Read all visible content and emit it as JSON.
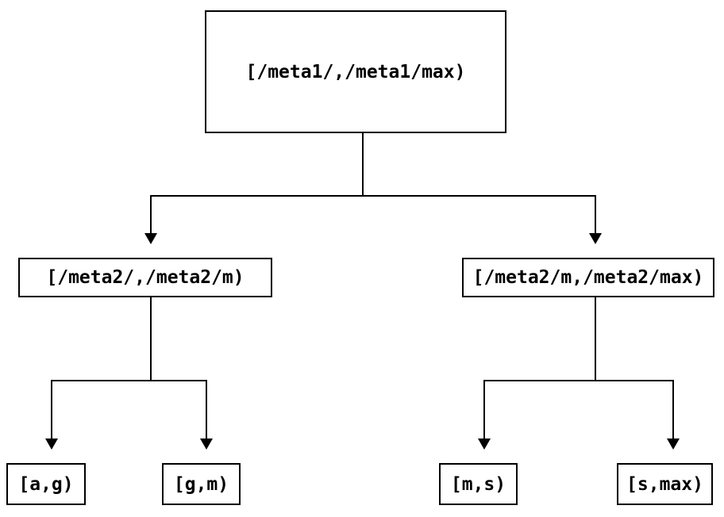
{
  "diagram": {
    "type": "tree",
    "colors": {
      "background": "#ffffff",
      "line": "#000000",
      "box_border": "#000000",
      "box_fill": "#ffffff",
      "text": "#000000"
    },
    "nodes": {
      "root": {
        "label": "[/meta1/,/meta1/max)"
      },
      "left": {
        "label": "[/meta2/,/meta2/m)"
      },
      "right": {
        "label": "[/meta2/m,/meta2/max)"
      },
      "left_left": {
        "label": "[a,g)"
      },
      "left_right": {
        "label": "[g,m)"
      },
      "right_left": {
        "label": "[m,s)"
      },
      "right_right": {
        "label": "[s,max)"
      }
    },
    "edges": [
      {
        "from": "root",
        "to": "left"
      },
      {
        "from": "root",
        "to": "right"
      },
      {
        "from": "left",
        "to": "left_left"
      },
      {
        "from": "left",
        "to": "left_right"
      },
      {
        "from": "right",
        "to": "right_left"
      },
      {
        "from": "right",
        "to": "right_right"
      }
    ]
  }
}
